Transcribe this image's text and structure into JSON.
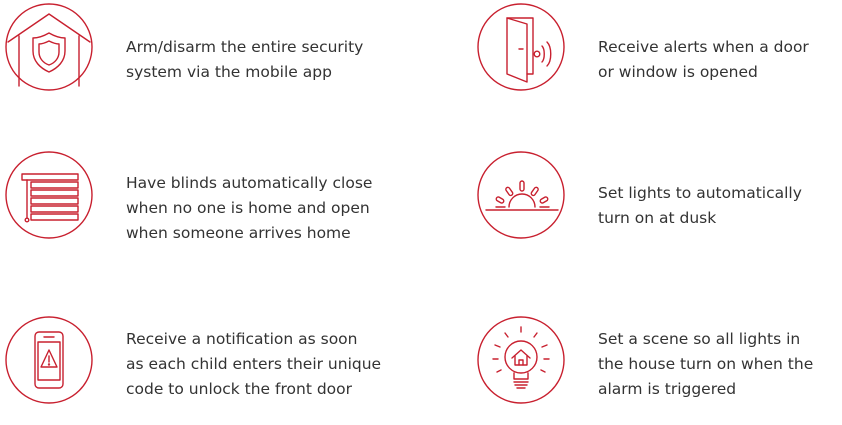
{
  "accent": "#c8202f",
  "features": [
    {
      "icon": "house-shield-icon",
      "text": "Arm/disarm the entire security\nsystem via the mobile app"
    },
    {
      "icon": "door-sensor-icon",
      "text": "Receive alerts when a door\nor window is opened"
    },
    {
      "icon": "window-blinds-icon",
      "text": "Have blinds automatically close\nwhen no one is home and open\nwhen someone arrives home"
    },
    {
      "icon": "sunset-icon",
      "text": "Set lights to automatically\nturn on at dusk"
    },
    {
      "icon": "phone-alert-icon",
      "text": "Receive a notification as soon\nas each child enters their unique\ncode to unlock the front door"
    },
    {
      "icon": "light-bulb-home-icon",
      "text": "Set a scene so all lights in\nthe house turn on when the\nalarm is triggered"
    }
  ]
}
